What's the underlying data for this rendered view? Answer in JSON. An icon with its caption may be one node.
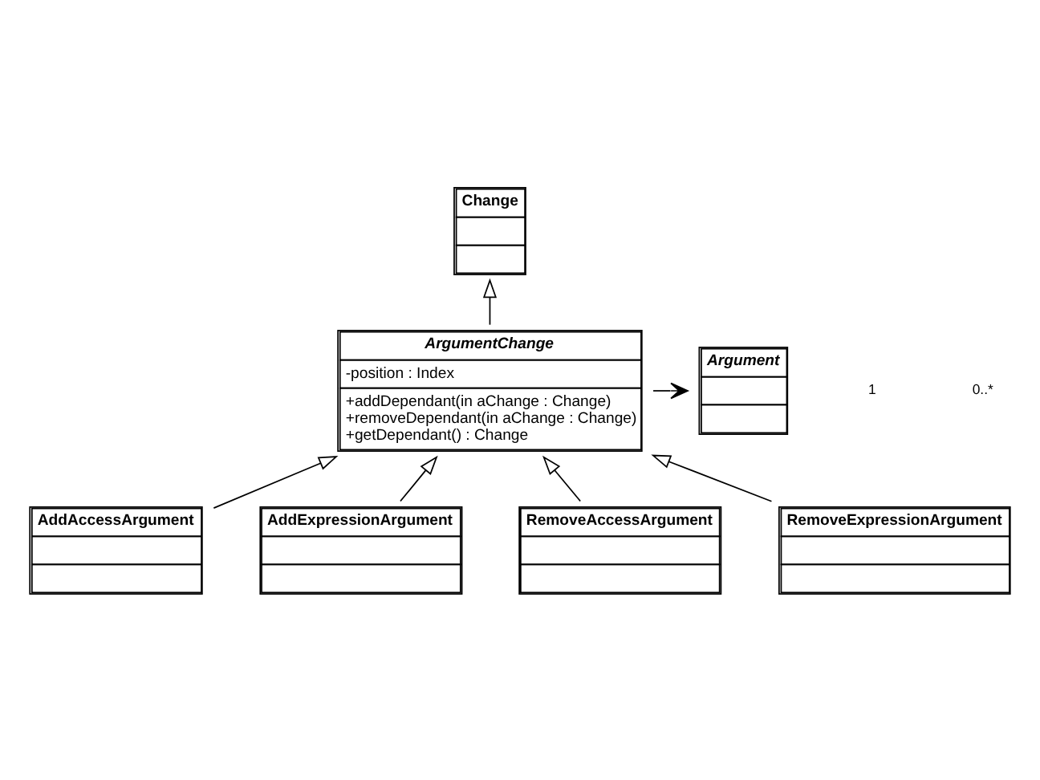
{
  "diagram": {
    "nodes": [
      {
        "text": [
          "Change"
        ]
      },
      {
        "text": [
          "ArgumentChange",
          "-position : Index",
          "+addDependant(in aChange : Change)",
          "+removeDependant(in aChange : Change)",
          "+getDependant() : Change"
        ]
      },
      {
        "text": [
          "Argument"
        ]
      },
      {
        "text": [
          "AddAccessArgument"
        ]
      },
      {
        "text": [
          "AddExpressionArgument"
        ]
      },
      {
        "text": [
          "RemoveAccessArgument"
        ]
      },
      {
        "text": [
          "RemoveExpressionArgument"
        ]
      }
    ],
    "edges": [
      {
        "from": 1,
        "to": 0,
        "arrow": "to"
      },
      {
        "from": 1,
        "to": 2,
        "arrow": "to"
      },
      {
        "from": 3,
        "to": 1,
        "arrow": "to"
      },
      {
        "from": 4,
        "to": 1,
        "arrow": "to"
      },
      {
        "from": 5,
        "to": 1,
        "arrow": "to"
      },
      {
        "from": 6,
        "to": 1,
        "arrow": "to"
      }
    ],
    "labels": [
      "1",
      "0..*"
    ]
  }
}
